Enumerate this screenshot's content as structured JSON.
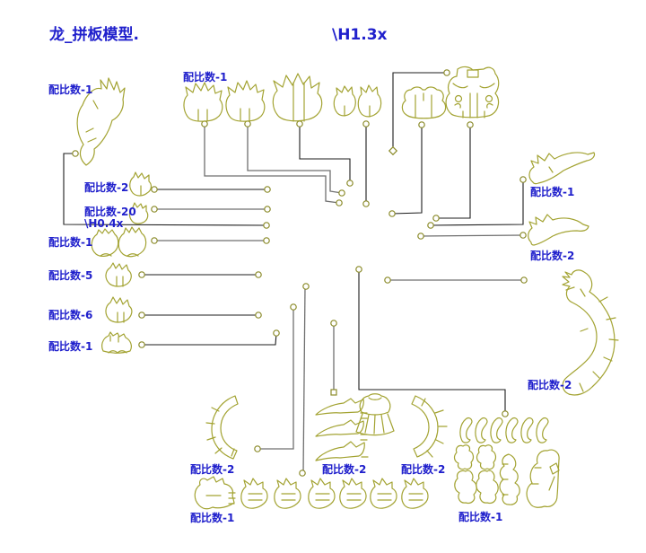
{
  "drawing": {
    "title": "龙_拼板模型.",
    "scale_annotation": "\\H1.3x"
  },
  "labels": {
    "feather": "配比数-1",
    "top_spikes": "配比数-1",
    "flame_2": "配比数-2",
    "flame_20": "配比数-20",
    "flame_20_scale": "\\H0.4x",
    "paw_pair": "配比数-1",
    "flame_5": "配比数-5",
    "flame_6": "配比数-6",
    "dome": "配比数-1",
    "horn_right_top": "配比数-1",
    "horn_right_mid": "配比数-2",
    "dragon_body": "配比数-2",
    "crescent_left": "配比数-2",
    "horn_stack": "配比数-2",
    "crescent_mid": "配比数-2",
    "head_row": "配比数-1",
    "claw_cluster": "配比数-1"
  },
  "colors": {
    "piece_outline": "#a3a332",
    "label_text": "#2020cc",
    "leader_dark": "#1c1c1c",
    "leader_gray": "#6f6f6f",
    "background": "#ffffff"
  }
}
